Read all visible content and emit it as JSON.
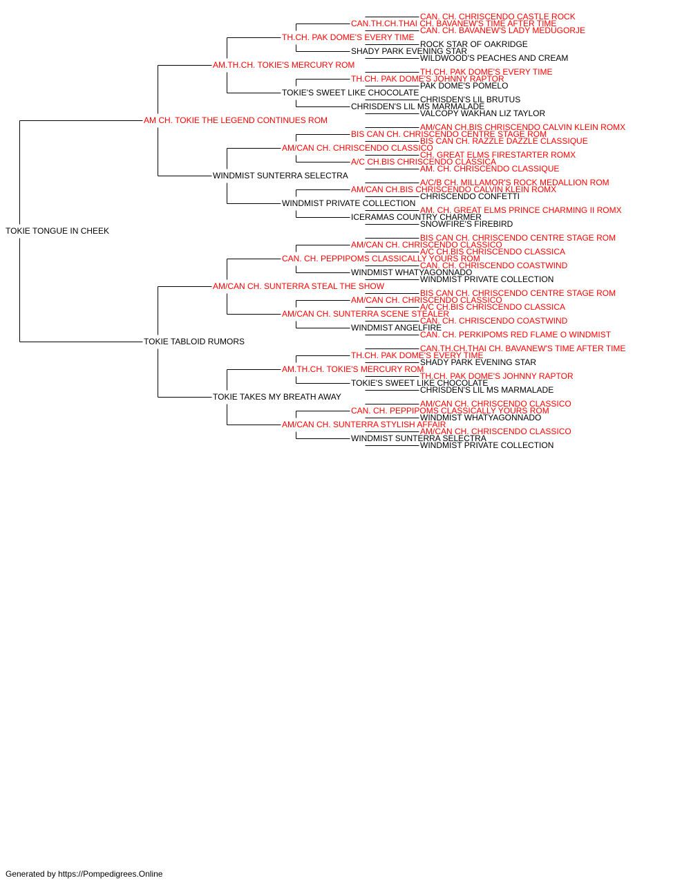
{
  "colors": {
    "champion": "#ff0000",
    "regular": "#000000"
  },
  "footer": "Generated by https://Pompedigrees.Online",
  "pedigree": {
    "name": "TOKIE TONGUE IN CHEEK",
    "champion": false,
    "sire": {
      "name": "AM CH. TOKIE THE LEGEND CONTINUES ROM",
      "champion": true,
      "sire": {
        "name": "AM.TH.CH. TOKIE'S MERCURY ROM",
        "champion": true,
        "sire": {
          "name": "TH.CH. PAK DOME'S EVERY TIME",
          "champion": true,
          "sire": {
            "name": "CAN.TH.CH.THAI CH. BAVANEW'S TIME AFTER TIME",
            "champion": true,
            "sire": {
              "name": "CAN. CH. CHRISCENDO CASTLE ROCK",
              "champion": true
            },
            "dam": {
              "name": "CAN. CH. BAVANEW'S LADY MEDUGORJE",
              "champion": true
            }
          },
          "dam": {
            "name": "SHADY PARK EVENING STAR",
            "champion": false,
            "sire": {
              "name": "ROCK STAR OF OAKRIDGE",
              "champion": false
            },
            "dam": {
              "name": "WILDWOOD'S PEACHES AND CREAM",
              "champion": false
            }
          }
        },
        "dam": {
          "name": "TOKIE'S SWEET LIKE CHOCOLATE",
          "champion": false,
          "sire": {
            "name": "TH.CH. PAK DOME'S JOHNNY RAPTOR",
            "champion": true,
            "sire": {
              "name": "TH.CH. PAK DOME'S EVERY TIME",
              "champion": true
            },
            "dam": {
              "name": "PAK DOME'S POMELO",
              "champion": false
            }
          },
          "dam": {
            "name": "CHRISDEN'S LIL MS MARMALADE",
            "champion": false,
            "sire": {
              "name": "CHRISDEN'S LIL BRUTUS",
              "champion": false
            },
            "dam": {
              "name": "VALCOPY WAKHAN LIZ TAYLOR",
              "champion": false
            }
          }
        }
      },
      "dam": {
        "name": "WINDMIST SUNTERRA SELECTRA",
        "champion": false,
        "sire": {
          "name": "AM/CAN CH. CHRISCENDO CLASSICO",
          "champion": true,
          "sire": {
            "name": "BIS CAN CH. CHRISCENDO CENTRE STAGE ROM",
            "champion": true,
            "sire": {
              "name": "AM/CAN CH.BIS CHRISCENDO CALVIN KLEIN ROMX",
              "champion": true
            },
            "dam": {
              "name": "BIS CAN CH. RAZZLE DAZZLE CLASSIQUE",
              "champion": true
            }
          },
          "dam": {
            "name": "A/C CH.BIS CHRISCENDO CLASSICA",
            "champion": true,
            "sire": {
              "name": "CH. GREAT ELMS FIRESTARTER ROMX",
              "champion": true
            },
            "dam": {
              "name": "AM. CH. CHRISCENDO CLASSIQUE",
              "champion": true
            }
          }
        },
        "dam": {
          "name": "WINDMIST PRIVATE COLLECTION",
          "champion": false,
          "sire": {
            "name": "AM/CAN CH.BIS CHRISCENDO CALVIN KLEIN ROMX",
            "champion": true,
            "sire": {
              "name": "A/C/B CH. MILLAMOR'S ROCK MEDALLION ROM",
              "champion": true
            },
            "dam": {
              "name": "CHRISCENDO CONFETTI",
              "champion": false
            }
          },
          "dam": {
            "name": "ICERAMAS COUNTRY CHARMER",
            "champion": false,
            "sire": {
              "name": "AM. CH. GREAT ELMS PRINCE CHARMING II ROMX",
              "champion": true
            },
            "dam": {
              "name": "SNOWFIRE'S FIREBIRD",
              "champion": false
            }
          }
        }
      }
    },
    "dam": {
      "name": "TOKIE TABLOID RUMORS",
      "champion": false,
      "sire": {
        "name": "AM/CAN CH. SUNTERRA STEAL THE SHOW",
        "champion": true,
        "sire": {
          "name": "CAN. CH. PEPPIPOMS CLASSICALLY YOURS ROM",
          "champion": true,
          "sire": {
            "name": "AM/CAN CH. CHRISCENDO CLASSICO",
            "champion": true,
            "sire": {
              "name": "BIS CAN CH. CHRISCENDO CENTRE STAGE ROM",
              "champion": true
            },
            "dam": {
              "name": "A/C CH.BIS CHRISCENDO CLASSICA",
              "champion": true
            }
          },
          "dam": {
            "name": "WINDMIST WHATYAGONNADO",
            "champion": false,
            "sire": {
              "name": "CAN. CH. CHRISCENDO COASTWIND",
              "champion": true
            },
            "dam": {
              "name": "WINDMIST PRIVATE COLLECTION",
              "champion": false
            }
          }
        },
        "dam": {
          "name": "AM/CAN CH. SUNTERRA SCENE STEALER",
          "champion": true,
          "sire": {
            "name": "AM/CAN CH. CHRISCENDO CLASSICO",
            "champion": true,
            "sire": {
              "name": "BIS CAN CH. CHRISCENDO CENTRE STAGE ROM",
              "champion": true
            },
            "dam": {
              "name": "A/C CH.BIS CHRISCENDO CLASSICA",
              "champion": true
            }
          },
          "dam": {
            "name": "WINDMIST ANGELFIRE",
            "champion": false,
            "sire": {
              "name": "CAN. CH. CHRISCENDO COASTWIND",
              "champion": true
            },
            "dam": {
              "name": "CAN. CH. PERKIPOMS RED FLAME O WINDMIST",
              "champion": true
            }
          }
        }
      },
      "dam": {
        "name": "TOKIE TAKES MY BREATH AWAY",
        "champion": false,
        "sire": {
          "name": "AM.TH.CH. TOKIE'S MERCURY ROM",
          "champion": true,
          "sire": {
            "name": "TH.CH. PAK DOME'S EVERY TIME",
            "champion": true,
            "sire": {
              "name": "CAN.TH.CH.THAI CH. BAVANEW'S TIME AFTER TIME",
              "champion": true
            },
            "dam": {
              "name": "SHADY PARK EVENING STAR",
              "champion": false
            }
          },
          "dam": {
            "name": "TOKIE'S SWEET LIKE CHOCOLATE",
            "champion": false,
            "sire": {
              "name": "TH.CH. PAK DOME'S JOHNNY RAPTOR",
              "champion": true
            },
            "dam": {
              "name": "CHRISDEN'S LIL MS MARMALADE",
              "champion": false
            }
          }
        },
        "dam": {
          "name": "AM/CAN CH. SUNTERRA STYLISH AFFAIR",
          "champion": true,
          "sire": {
            "name": "CAN. CH. PEPPIPOMS CLASSICALLY YOURS ROM",
            "champion": true,
            "sire": {
              "name": "AM/CAN CH. CHRISCENDO CLASSICO",
              "champion": true
            },
            "dam": {
              "name": "WINDMIST WHATYAGONNADO",
              "champion": false
            }
          },
          "dam": {
            "name": "WINDMIST SUNTERRA SELECTRA",
            "champion": false,
            "sire": {
              "name": "AM/CAN CH. CHRISCENDO CLASSICO",
              "champion": true
            },
            "dam": {
              "name": "WINDMIST PRIVATE COLLECTION",
              "champion": false
            }
          }
        }
      }
    }
  }
}
